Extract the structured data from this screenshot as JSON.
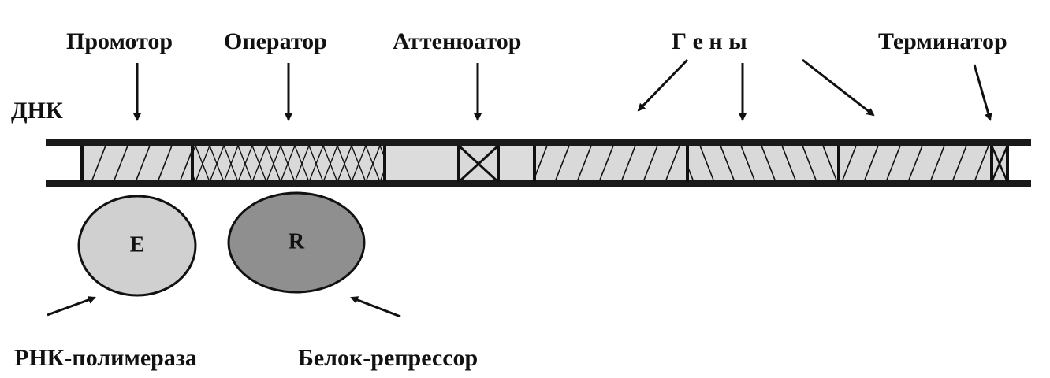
{
  "labels": {
    "promoter": "Промотор",
    "operator": "Оператор",
    "attenuator": "Аттенюатор",
    "genes": "Г е н ы",
    "terminator": "Терминатор",
    "dna": "ДНК",
    "rna_polymerase": "РНК-полимераза",
    "repressor": "Белок-репрессор",
    "enzyme_letter": "E",
    "repressor_letter": "R"
  },
  "colors": {
    "line": "#111111",
    "segment_fill": "#d9d9d9",
    "enzyme_fill": "#d0d0d0",
    "repressor_fill": "#8f8f8f"
  }
}
